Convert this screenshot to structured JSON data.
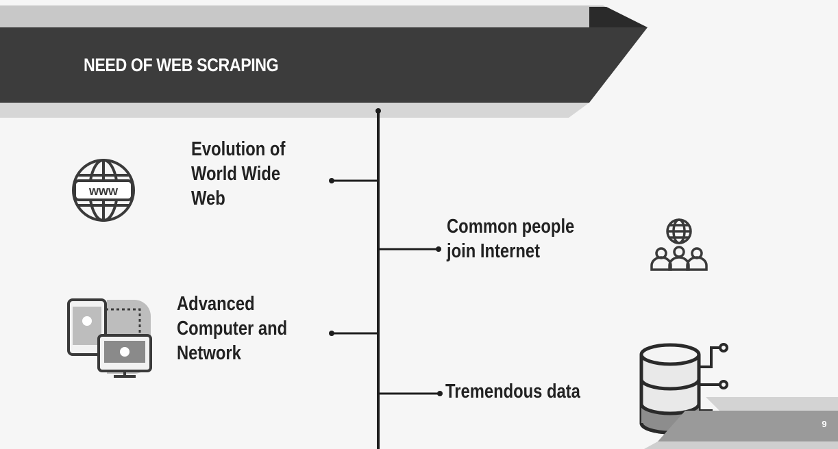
{
  "slide": {
    "title": "NEED OF WEB SCRAPING",
    "page_number": "9"
  },
  "items": [
    {
      "lines": [
        "Evolution of",
        "World Wide",
        "Web"
      ],
      "icon": "www-globe-icon"
    },
    {
      "lines": [
        "Common people",
        "join Internet"
      ],
      "icon": "people-network-icon"
    },
    {
      "lines": [
        "Advanced",
        "Computer and",
        "Network"
      ],
      "icon": "devices-settings-icon"
    },
    {
      "lines": [
        "Tremendous data"
      ],
      "icon": "database-icon"
    }
  ],
  "colors": {
    "banner_dark": "#3a3a3a",
    "banner_light": "#c9c9c9",
    "text": "#222222",
    "timeline": "#1e1e1e"
  }
}
